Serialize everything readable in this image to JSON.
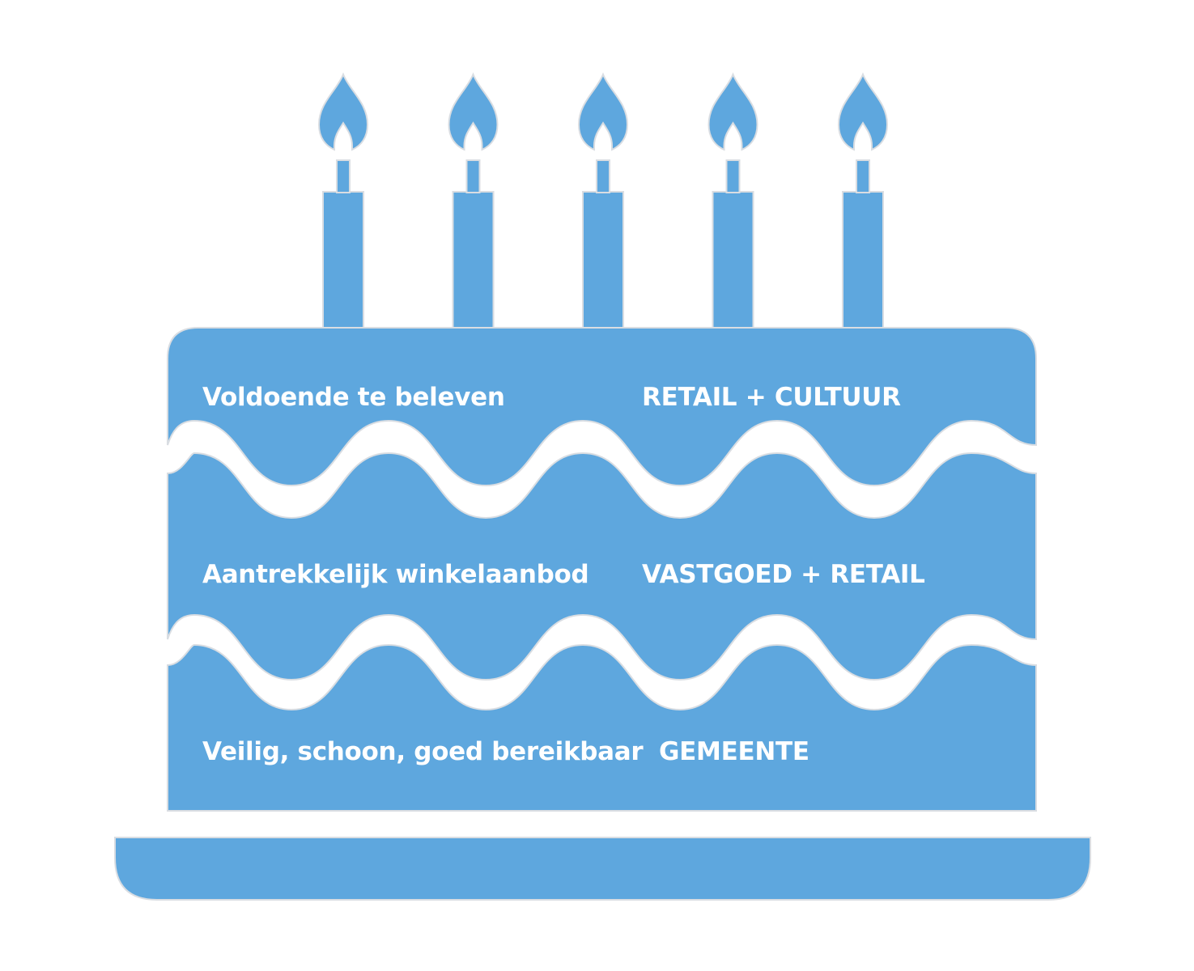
{
  "colors": {
    "cake_fill": "#5ea7de",
    "cake_outline": "#d9dde2",
    "background": "#ffffff",
    "text": "#ffffff"
  },
  "cake": {
    "candle_count": 5,
    "layers": [
      {
        "description": "Voldoende te beleven",
        "party": "RETAIL + CULTUUR"
      },
      {
        "description": "Aantrekkelijk winkelaanbod",
        "party": "VASTGOED + RETAIL"
      },
      {
        "description": "Veilig, schoon, goed bereikbaar",
        "party": "GEMEENTE"
      }
    ]
  }
}
